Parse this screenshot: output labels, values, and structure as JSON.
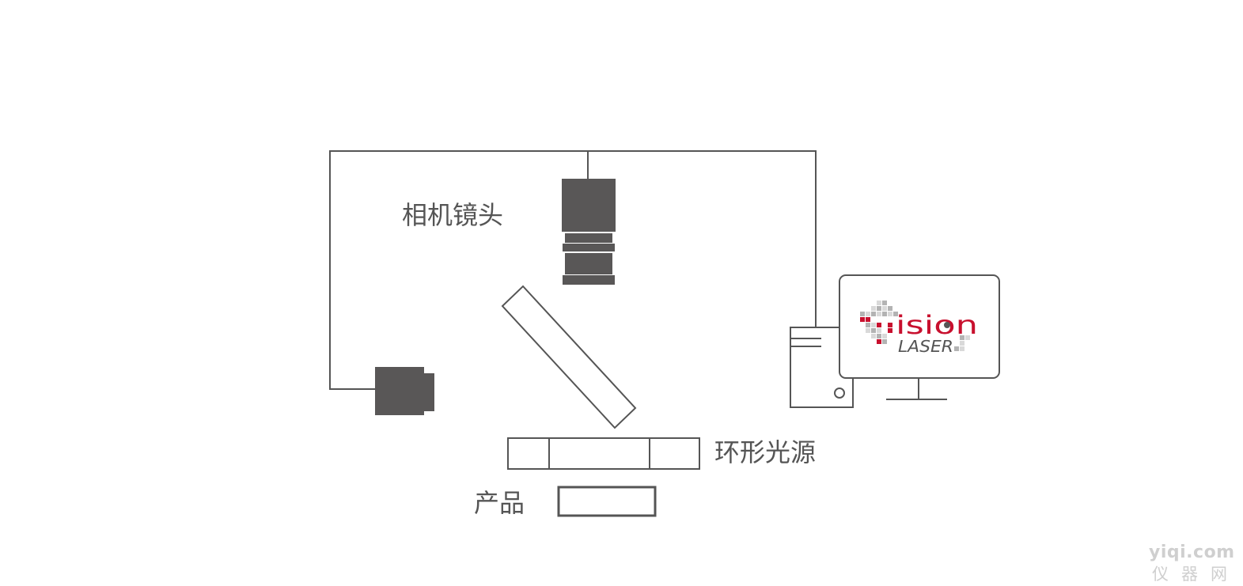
{
  "diagram": {
    "labels": {
      "camera_lens": "相机镜头",
      "ring_light": "环形光源",
      "product": "产品"
    },
    "monitor_logo": {
      "word_mark": "ision",
      "sub_mark": "LASER"
    },
    "watermark": {
      "site": "yiqi.com",
      "name": "仪器网"
    }
  },
  "colors": {
    "line": "#555555",
    "fill_dark": "#595757",
    "logo_red": "#c8102e",
    "logo_gray": "#555555",
    "pixel_light": "#d9d9d9",
    "pixel_mid": "#b3b3b3",
    "watermark": "#cfcfcf"
  }
}
